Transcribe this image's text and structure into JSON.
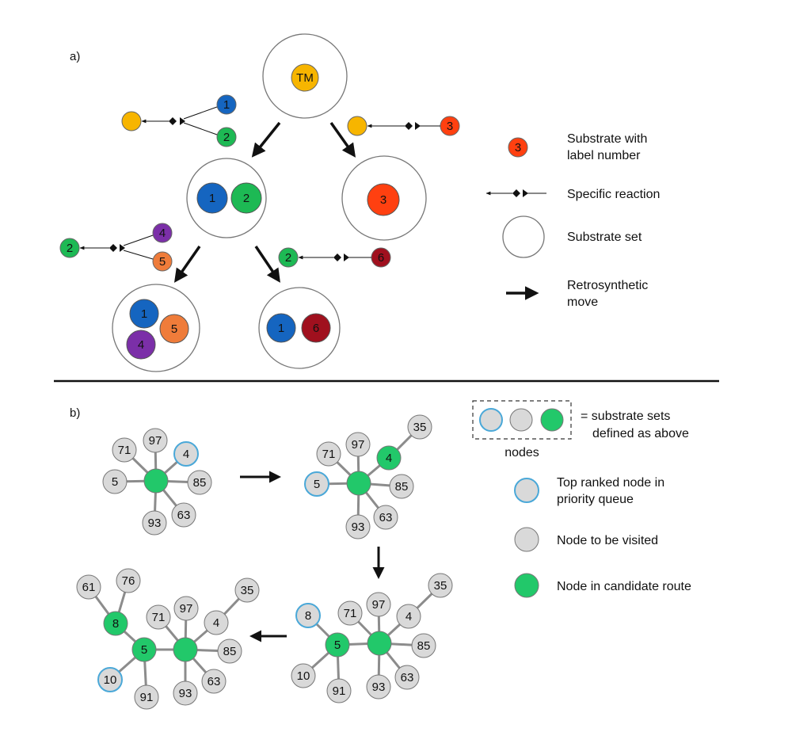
{
  "colors": {
    "blue": "#1565c0",
    "green": "#1db954",
    "orange_red": "#ff4010",
    "yellow": "#f7b500",
    "purple": "#7b2fa8",
    "orange": "#ef7c3a",
    "dark_red": "#a0101e",
    "grey_node": "#d9d9d9",
    "node_green": "#22c86a",
    "queue_ring": "#4aa8d8",
    "edge": "#8c8c8c"
  },
  "panel_a": {
    "label": "a)",
    "root": {
      "label": "TM"
    },
    "set_12": {
      "items": [
        "1",
        "2"
      ]
    },
    "set_3": {
      "items": [
        "3"
      ]
    },
    "set_145": {
      "items": [
        "1",
        "5",
        "4"
      ]
    },
    "set_16": {
      "items": [
        "1",
        "6"
      ]
    },
    "reactions": [
      {
        "product": "",
        "reactants": [
          "1",
          "2"
        ]
      },
      {
        "product": "",
        "reactants": [
          "3"
        ]
      },
      {
        "product": "2",
        "reactants": [
          "4",
          "5"
        ]
      },
      {
        "product": "2",
        "reactants": [
          "6"
        ]
      }
    ],
    "legend": {
      "substrate_number": "3",
      "substrate_line1": "Substrate with",
      "substrate_line2": "label number",
      "reaction": "Specific reaction",
      "set": "Substrate set",
      "move_line1": "Retrosynthetic",
      "move_line2": "move"
    }
  },
  "panel_b": {
    "label": "b)",
    "graph1": [
      "97",
      "71",
      "4",
      "5",
      "85",
      "93",
      "63"
    ],
    "graph2": [
      "97",
      "71",
      "4",
      "35",
      "5",
      "85",
      "93",
      "63"
    ],
    "graph3": [
      "97",
      "71",
      "4",
      "35",
      "8",
      "5",
      "85",
      "10",
      "91",
      "93",
      "63"
    ],
    "graph4": [
      "61",
      "76",
      "8",
      "71",
      "97",
      "4",
      "35",
      "5",
      "85",
      "10",
      "91",
      "93",
      "63"
    ],
    "legend": {
      "nodes_eq_line1": "= substrate sets",
      "nodes_eq_line2": "defined as above",
      "nodes_caption": "nodes",
      "top_line1": "Top ranked node in",
      "top_line2": "priority queue",
      "visit": "Node to be visited",
      "candidate": "Node in candidate route"
    }
  }
}
